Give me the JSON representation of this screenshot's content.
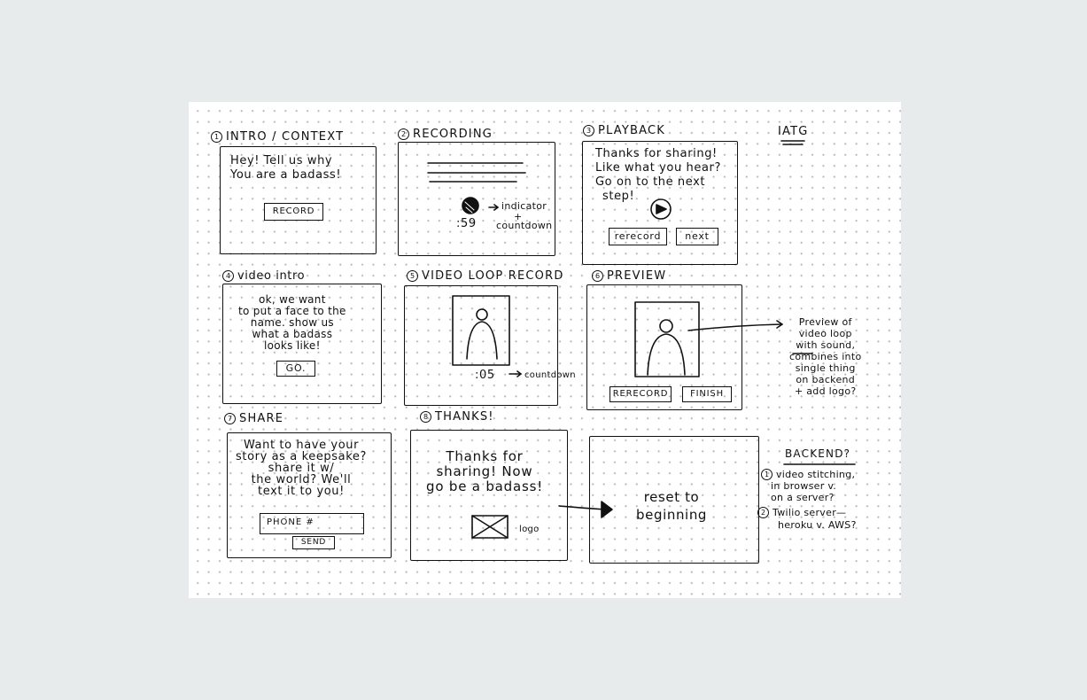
{
  "panel1": {
    "number": "1",
    "title": "INTRO / CONTEXT",
    "text_line1": "Hey! Tell us why",
    "text_line2": "You are a badass!",
    "button": "RECORD"
  },
  "panel2": {
    "number": "2",
    "title": "RECORDING",
    "timer": ":59",
    "note_indicator": "indicator",
    "note_plus": "+",
    "note_countdown": "countdown"
  },
  "panel3": {
    "number": "3",
    "title": "PLAYBACK",
    "text_line1": "Thanks for sharing!",
    "text_line2": "Like what you hear?",
    "text_line3": "Go on to the next",
    "text_line4": "step!",
    "button_rerecord": "rerecord",
    "button_next": "next"
  },
  "tag": "IATG",
  "panel4": {
    "number": "4",
    "title": "video intro",
    "text_line1": "ok, we want",
    "text_line2": "to put a face to the",
    "text_line3": "name. show us",
    "text_line4": "what a badass",
    "text_line5": "looks like!",
    "button": "GO."
  },
  "panel5": {
    "number": "5",
    "title": "VIDEO LOOP RECORD",
    "timer": ":05",
    "note": "countdown"
  },
  "panel6": {
    "number": "6",
    "title": "PREVIEW",
    "button_rerecord": "RERECORD",
    "button_finish": "FINISH"
  },
  "preview_note": {
    "line1": "Preview of",
    "line2": "video loop",
    "line3": "with sound,",
    "line4": "combines into",
    "line5": "single thing",
    "line6": "on backend",
    "line7": "+ add logo?"
  },
  "panel7": {
    "number": "7",
    "title": "SHARE",
    "text_line1": "Want to have your",
    "text_line2": "story as a keepsake?",
    "text_line3": "share it w/",
    "text_line4": "the world? We'll",
    "text_line5": "text it to you!",
    "input_label": "PHONE #",
    "button": "SEND"
  },
  "panel8": {
    "number": "8",
    "title": "THANKS!",
    "text_line1": "Thanks for",
    "text_line2": "sharing! Now",
    "text_line3": "go be a badass!",
    "logo_label": "logo"
  },
  "panel9": {
    "text_line1": "reset to",
    "text_line2": "beginning"
  },
  "backend": {
    "title": "BACKEND?",
    "item1_number": "1",
    "item1_line1": "video stitching,",
    "item1_line2": "in browser v.",
    "item1_line3": "on a server?",
    "item2_number": "2",
    "item2_line1": "Twilio server—",
    "item2_line2": "heroku v. AWS?"
  }
}
